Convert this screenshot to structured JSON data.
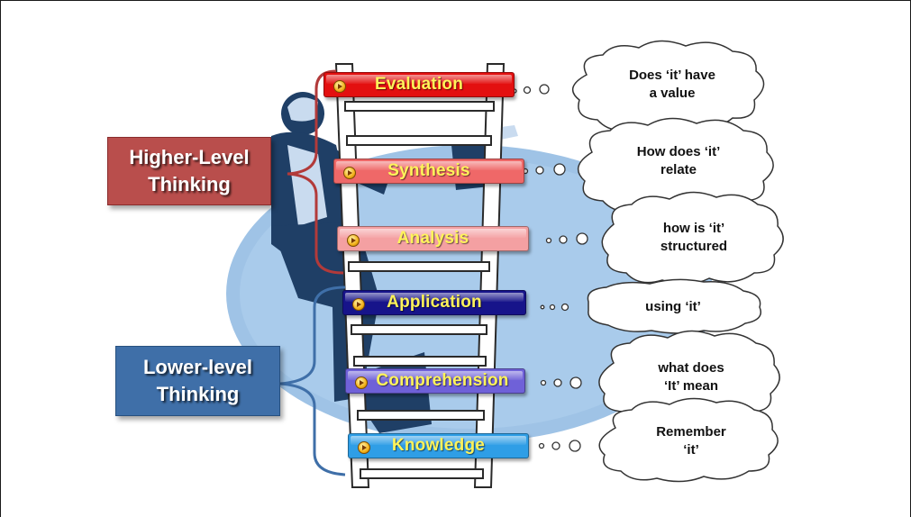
{
  "categories": {
    "higher": {
      "lines": [
        "Higher-Level",
        "Thinking"
      ],
      "color": "#b94e4c"
    },
    "lower": {
      "lines": [
        "Lower-level",
        "Thinking"
      ],
      "color": "#3f6fa8"
    }
  },
  "levels": [
    {
      "label": "Evaluation",
      "bg": "#e31010",
      "text": "#fff35a",
      "thought": [
        "Does ‘it’ have",
        "a value"
      ]
    },
    {
      "label": "Synthesis",
      "bg": "#ef6868",
      "text": "#fff35a",
      "thought": [
        "How does ‘it’",
        "relate"
      ]
    },
    {
      "label": "Analysis",
      "bg": "#f4a0a2",
      "text": "#fff35a",
      "thought": [
        "how is ‘it’",
        "structured"
      ]
    },
    {
      "label": "Application",
      "bg": "#17148a",
      "text": "#fff35a",
      "thought": [
        "using ‘it’"
      ]
    },
    {
      "label": "Comprehension",
      "bg": "#6f61d8",
      "text": "#fff35a",
      "thought": [
        "what does",
        "‘It’ mean"
      ]
    },
    {
      "label": "Knowledge",
      "bg": "#2f9ee6",
      "text": "#fff35a",
      "thought": [
        "Remember",
        "‘it’"
      ]
    }
  ]
}
